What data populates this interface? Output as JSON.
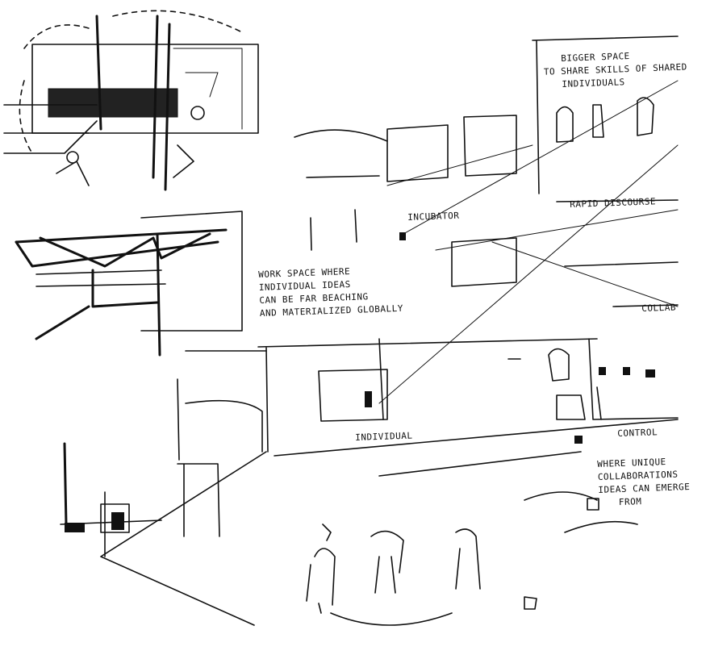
{
  "annotations": {
    "bigger_space": [
      "BIGGER SPACE",
      "TO SHARE SKILLS OF SHARED",
      "INDIVIDUALS"
    ],
    "individual_space": [
      "WORK SPACE WHERE",
      "INDIVIDUAL IDEAS",
      "CAN BE FAR BEACHING",
      "AND MATERIALIZED GLOBALLY"
    ],
    "incubator": "INCUBATOR",
    "rapid_discourse": "RAPID DISCOURSE",
    "collab": "COLLAB",
    "individual": "INDIVIDUAL",
    "control": "CONTROL",
    "where_unique": [
      "WHERE UNIQUE",
      "COLLABORATIONS",
      "IDEAS CAN EMERGE",
      "FROM"
    ]
  },
  "colors": {
    "ink": "#111111",
    "paper": "#ffffff"
  }
}
